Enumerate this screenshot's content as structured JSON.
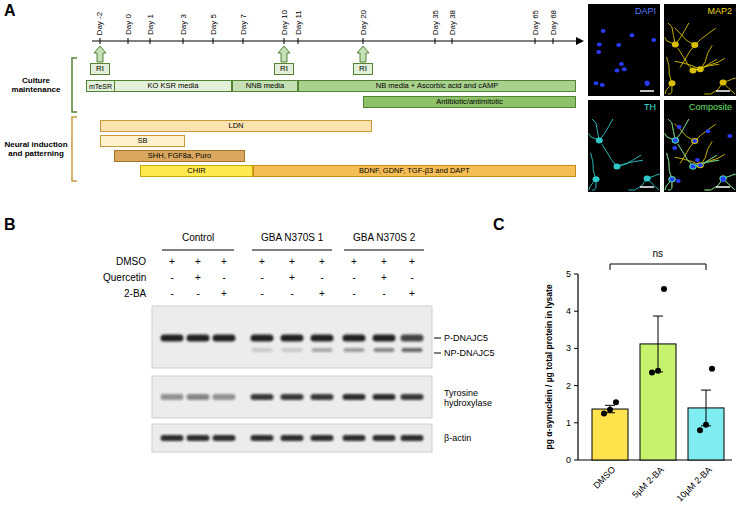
{
  "diagram": {
    "nodes": [
      {
        "text": [
          "RI"
        ]
      },
      {
        "text": [
          "RI"
        ]
      },
      {
        "text": [
          "RI"
        ]
      },
      {
        "text": [
          "mTeSR"
        ]
      },
      {
        "text": [
          "KO KSR media"
        ]
      },
      {
        "text": [
          "NNB media"
        ]
      },
      {
        "text": [
          "NB media + Ascorbic acid and cAMP"
        ]
      },
      {
        "text": [
          "Antibiotic/antimitotic"
        ]
      },
      {
        "text": [
          "LDN"
        ]
      },
      {
        "text": [
          "SB"
        ]
      },
      {
        "text": [
          "SHH, FGF8a, Puro"
        ]
      },
      {
        "text": [
          "CHIR"
        ]
      },
      {
        "text": [
          "BDNF, GDNF, TGF-β3 and DAPT"
        ]
      },
      {
        "text": [
          "DAPI"
        ]
      },
      {
        "text": [
          "MAP2"
        ]
      },
      {
        "text": [
          "TH"
        ]
      },
      {
        "text": [
          "Composite"
        ]
      }
    ],
    "labels": [
      "A",
      "Day -2",
      "Day 0",
      "Day 1",
      "Day 3",
      "Day 5",
      "Day 7",
      "Day 10",
      "Day 11",
      "Day 20",
      "Day 35",
      "Day 38",
      "Day 65",
      "Day 68",
      "Culture maintenance",
      "Neural induction and patterning",
      "B",
      "Control",
      "GBA N370S 1",
      "GBA N370S 2",
      "DMSO",
      "Quercetin",
      "2-BA",
      "+",
      "+",
      "+",
      "+",
      "+",
      "+",
      "+",
      "+",
      "+",
      "-",
      "+",
      "-",
      "-",
      "+",
      "-",
      "-",
      "+",
      "-",
      "-",
      "-",
      "+",
      "-",
      "-",
      "+",
      "-",
      "-",
      "+",
      "P-DNAJC5",
      "NP-DNAJC5",
      "Tyrosine hydroxylase",
      "β-actin",
      "C",
      "0",
      "1",
      "2",
      "3",
      "4",
      "5",
      "pg α-synuclein / µg total protein in lysate",
      "DMSO",
      "5µM 2-BA",
      "10µM 2-BA",
      "ns"
    ]
  }
}
